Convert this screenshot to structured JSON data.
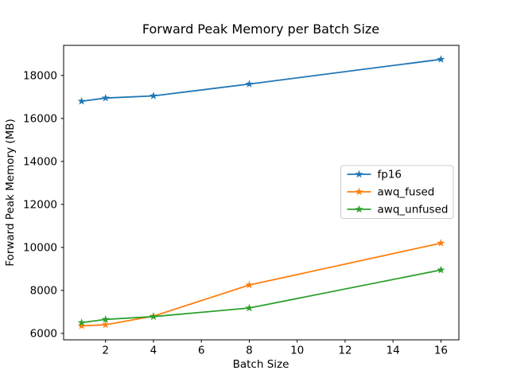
{
  "figure": {
    "background": "#ffffff",
    "frame_color": "#000000"
  },
  "chart_data": {
    "type": "line",
    "title": "Forward Peak Memory per Batch Size",
    "xlabel": "Batch Size",
    "ylabel": "Forward Peak Memory (MB)",
    "x": [
      1,
      2,
      4,
      8,
      16
    ],
    "series": [
      {
        "name": "fp16",
        "color": "#1f77b4",
        "values": [
          16800,
          16950,
          17050,
          17600,
          18750
        ]
      },
      {
        "name": "awq_fused",
        "color": "#ff7f0e",
        "values": [
          6350,
          6400,
          6800,
          8250,
          10200
        ]
      },
      {
        "name": "awq_unfused",
        "color": "#2ca02c",
        "values": [
          6500,
          6650,
          6780,
          7180,
          8950
        ]
      }
    ],
    "marker": "star",
    "xticks": [
      2,
      4,
      6,
      8,
      10,
      12,
      14,
      16
    ],
    "yticks": [
      6000,
      8000,
      10000,
      12000,
      14000,
      16000,
      18000
    ],
    "xlim": [
      0.25,
      16.75
    ],
    "ylim": [
      5700,
      19400
    ],
    "grid": false,
    "legend": {
      "position": "center-right",
      "border_color": "#cccccc",
      "background": "#ffffff"
    }
  }
}
